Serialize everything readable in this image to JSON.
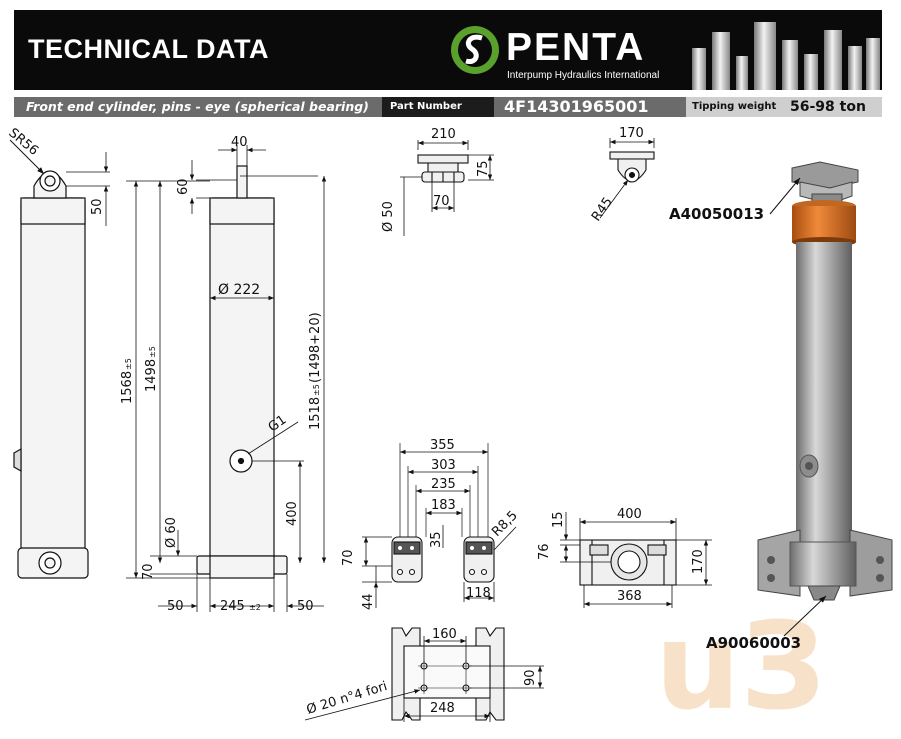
{
  "header": {
    "title": "TECHNICAL DATA",
    "brand": "PENTA",
    "brand_subtitle": "Interpump Hydraulics International"
  },
  "info_bar": {
    "description": "Front end cylinder, pins - eye (spherical bearing)",
    "part_number_label": "Part Number",
    "part_number": "4F14301965001",
    "tipping_weight_label": "Tipping weight",
    "tipping_weight": "56-98 ton"
  },
  "dimensions": {
    "sr56": "SR56",
    "d40": "40",
    "d60": "60",
    "d50_top": "50",
    "d1568": "1568",
    "d1568_tol": "±5",
    "d1498": "1498",
    "d1498_tol": "±5",
    "d1518": "1518",
    "d1518_tol": "±5",
    "d1518_extra": "(1498+20)",
    "dia222": "Ø 222",
    "g1": "G1",
    "d400": "400",
    "dia60": "Ø 60",
    "d70": "70",
    "d50_left": "50",
    "d245": "245",
    "d245_tol": "±2",
    "d50_right": "50",
    "mount_210": "210",
    "mount_75": "75",
    "mount_70": "70",
    "mount_dia50": "Ø 50",
    "mount_170": "170",
    "mount_r45": "R45",
    "base_355": "355",
    "base_303": "303",
    "base_235": "235",
    "base_183": "183",
    "base_35": "35",
    "base_r85": "R8,5",
    "base_70": "70",
    "base_44": "44",
    "base_118": "118",
    "end_400": "400",
    "end_15": "15",
    "end_76": "76",
    "end_170": "170",
    "end_368": "368",
    "plate_160": "160",
    "plate_90": "90",
    "plate_248": "248",
    "plate_holes": "Ø 20 n°4 fori"
  },
  "parts": {
    "top": "A40050013",
    "bottom": "A90060003"
  },
  "watermark": "uЗ",
  "colors": {
    "header_bg": "#0a0a0a",
    "bar_grey": "#6b6b6b",
    "cylinder_orange": "#e07a2c",
    "logo_green": "#5aa02c",
    "watermark": "#f5d9b8"
  }
}
